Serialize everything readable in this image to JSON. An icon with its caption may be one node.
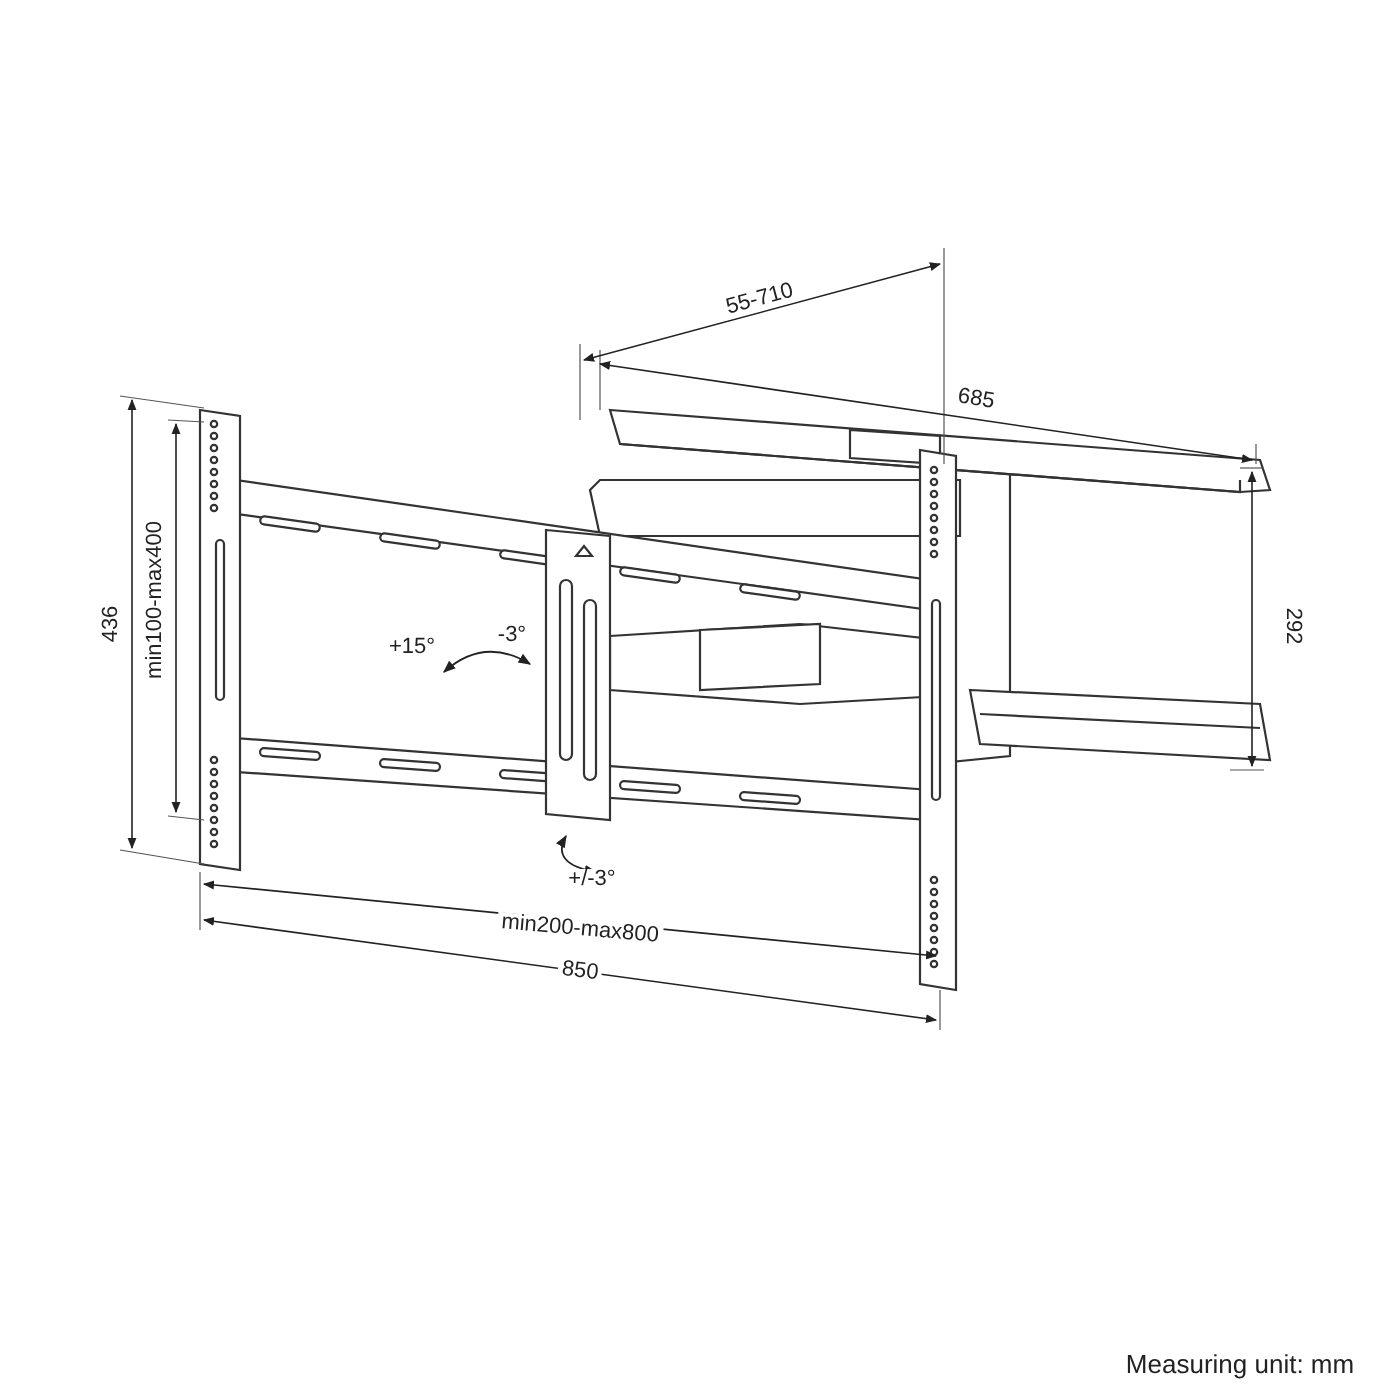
{
  "diagram": {
    "labels": [
      "55-710",
      "685",
      "436",
      "min100-max400",
      "292",
      "+15°",
      "-3°",
      "+/-3°",
      "min200-max800",
      "850",
      "Measuring unit: mm"
    ]
  }
}
